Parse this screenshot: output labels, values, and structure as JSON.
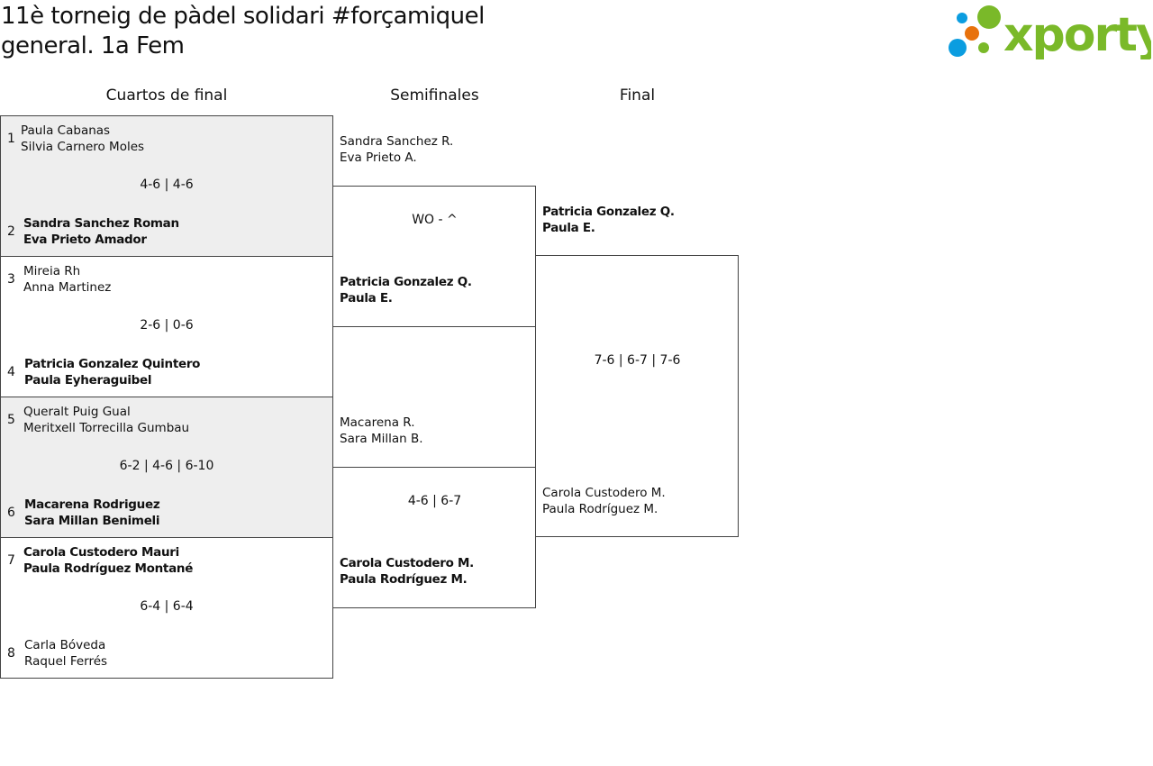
{
  "title": [
    "11è torneig de pàdel solidari #forçamiquel",
    "general. 1a Fem"
  ],
  "logo": {
    "text": "xporty",
    "colors": {
      "green": "#7ab929",
      "blue": "#0b9de0",
      "orange": "#e8720c"
    }
  },
  "rounds": [
    "Cuartos de final",
    "Semifinales",
    "Final"
  ],
  "quarters": [
    {
      "seed_a": "1",
      "team_a": [
        "Paula Cabanas",
        "Silvia Carnero Moles"
      ],
      "score": "4-6 | 4-6",
      "seed_b": "2",
      "team_b": [
        "Sandra Sanchez Roman",
        "Eva Prieto Amador"
      ]
    },
    {
      "seed_a": "3",
      "team_a": [
        "Mireia Rh",
        "Anna Martinez"
      ],
      "score": "2-6 | 0-6",
      "seed_b": "4",
      "team_b": [
        "Patricia Gonzalez Quintero",
        "Paula Eyheraguibel"
      ]
    },
    {
      "seed_a": "5",
      "team_a": [
        "Queralt Puig Gual",
        "Meritxell Torrecilla Gumbau"
      ],
      "score": "6-2 | 4-6 | 6-10",
      "seed_b": "6",
      "team_b": [
        "Macarena Rodriguez",
        "Sara Millan Benimeli"
      ]
    },
    {
      "seed_a": "7",
      "team_a": [
        "Carola Custodero Mauri",
        "Paula Rodríguez Montané"
      ],
      "score": "6-4 | 6-4",
      "seed_b": "8",
      "team_b": [
        "Carla Bóveda",
        "Raquel Ferrés"
      ]
    }
  ],
  "semis": [
    {
      "team_a": [
        "Sandra Sanchez R.",
        "Eva Prieto A."
      ],
      "score": "WO - ^",
      "team_b": [
        "Patricia Gonzalez Q.",
        "Paula E."
      ]
    },
    {
      "team_a": [
        "Macarena R.",
        "Sara Millan B."
      ],
      "score": "4-6 | 6-7",
      "team_b": [
        "Carola Custodero M.",
        "Paula Rodríguez M."
      ]
    }
  ],
  "final": {
    "team_a": [
      "Patricia Gonzalez Q.",
      "Paula E."
    ],
    "score": "7-6 | 6-7 | 7-6",
    "team_b": [
      "Carola Custodero M.",
      "Paula Rodríguez M."
    ]
  }
}
